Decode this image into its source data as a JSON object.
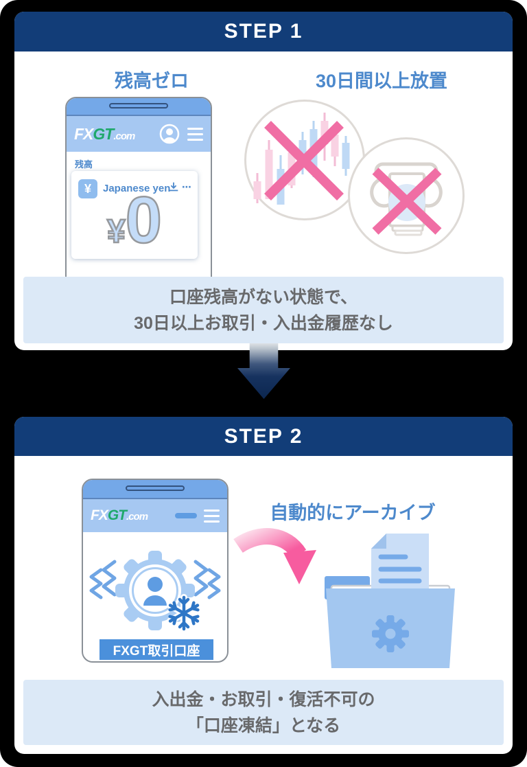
{
  "colors": {
    "background": "#000000",
    "card": "#ffffff",
    "header_navy": "#123d78",
    "accent_blue_text": "#4d89cc",
    "footer_box_blue": "#dce9f7",
    "footer_text_gray": "#68696b",
    "phone_cap_blue": "#74a8e8",
    "phone_band_blue": "#a6c8f2",
    "logo_green": "#1fa86b",
    "pink_cross": "#f06ea4",
    "candle_pink": "#f9d2e3",
    "candle_blue": "#bfd9f5",
    "illustration_light_blue": "#a9ccf3",
    "illustration_mid_blue": "#5e9ce2",
    "snowflake_blue": "#2e76c6",
    "account_button_blue": "#4b90db",
    "folder_front_blue": "#a3c7f0",
    "folder_back_blue": "#76aae8",
    "pink_arrow_gradient_start": "#fcdcea",
    "pink_arrow_gradient_end": "#f75c9f",
    "down_arrow_navy": "#0c2750"
  },
  "step1": {
    "header": "STEP 1",
    "label_balance": "残高ゼロ",
    "label_inactive": "30日間以上放置",
    "phone": {
      "logo_fx": "FX",
      "logo_gt": "GT",
      "logo_com": ".com",
      "balance_label": "残高",
      "currency_icon_symbol": "¥",
      "currency_name": "Japanese yen",
      "more_ellipsis": "⋯",
      "amount_symbol": "¥",
      "amount_value": "0"
    },
    "footer_line1": "口座残高がない状態で、",
    "footer_line2": "30日以上お取引・入出金履歴なし"
  },
  "step2": {
    "header": "STEP 2",
    "archive_label": "自動的にアーカイブ",
    "phone": {
      "logo_fx": "FX",
      "logo_gt": "GT",
      "logo_com": ".com",
      "account_button": "FXGT取引口座"
    },
    "footer_line1": "入出金・お取引・復活不可の",
    "footer_line2": "「口座凍結」となる"
  },
  "icons": {
    "step1": [
      "avatar-icon",
      "hamburger-menu-icon",
      "yen-icon",
      "download-icon",
      "candlestick-chart-icon",
      "atm-cash-icon",
      "pink-cross-icon"
    ],
    "step2": [
      "hamburger-menu-icon",
      "gear-person-icon",
      "snowflake-icon",
      "shiver-lines-icon",
      "curved-pink-arrow-icon",
      "archive-folder-icon",
      "gear-icon"
    ]
  }
}
